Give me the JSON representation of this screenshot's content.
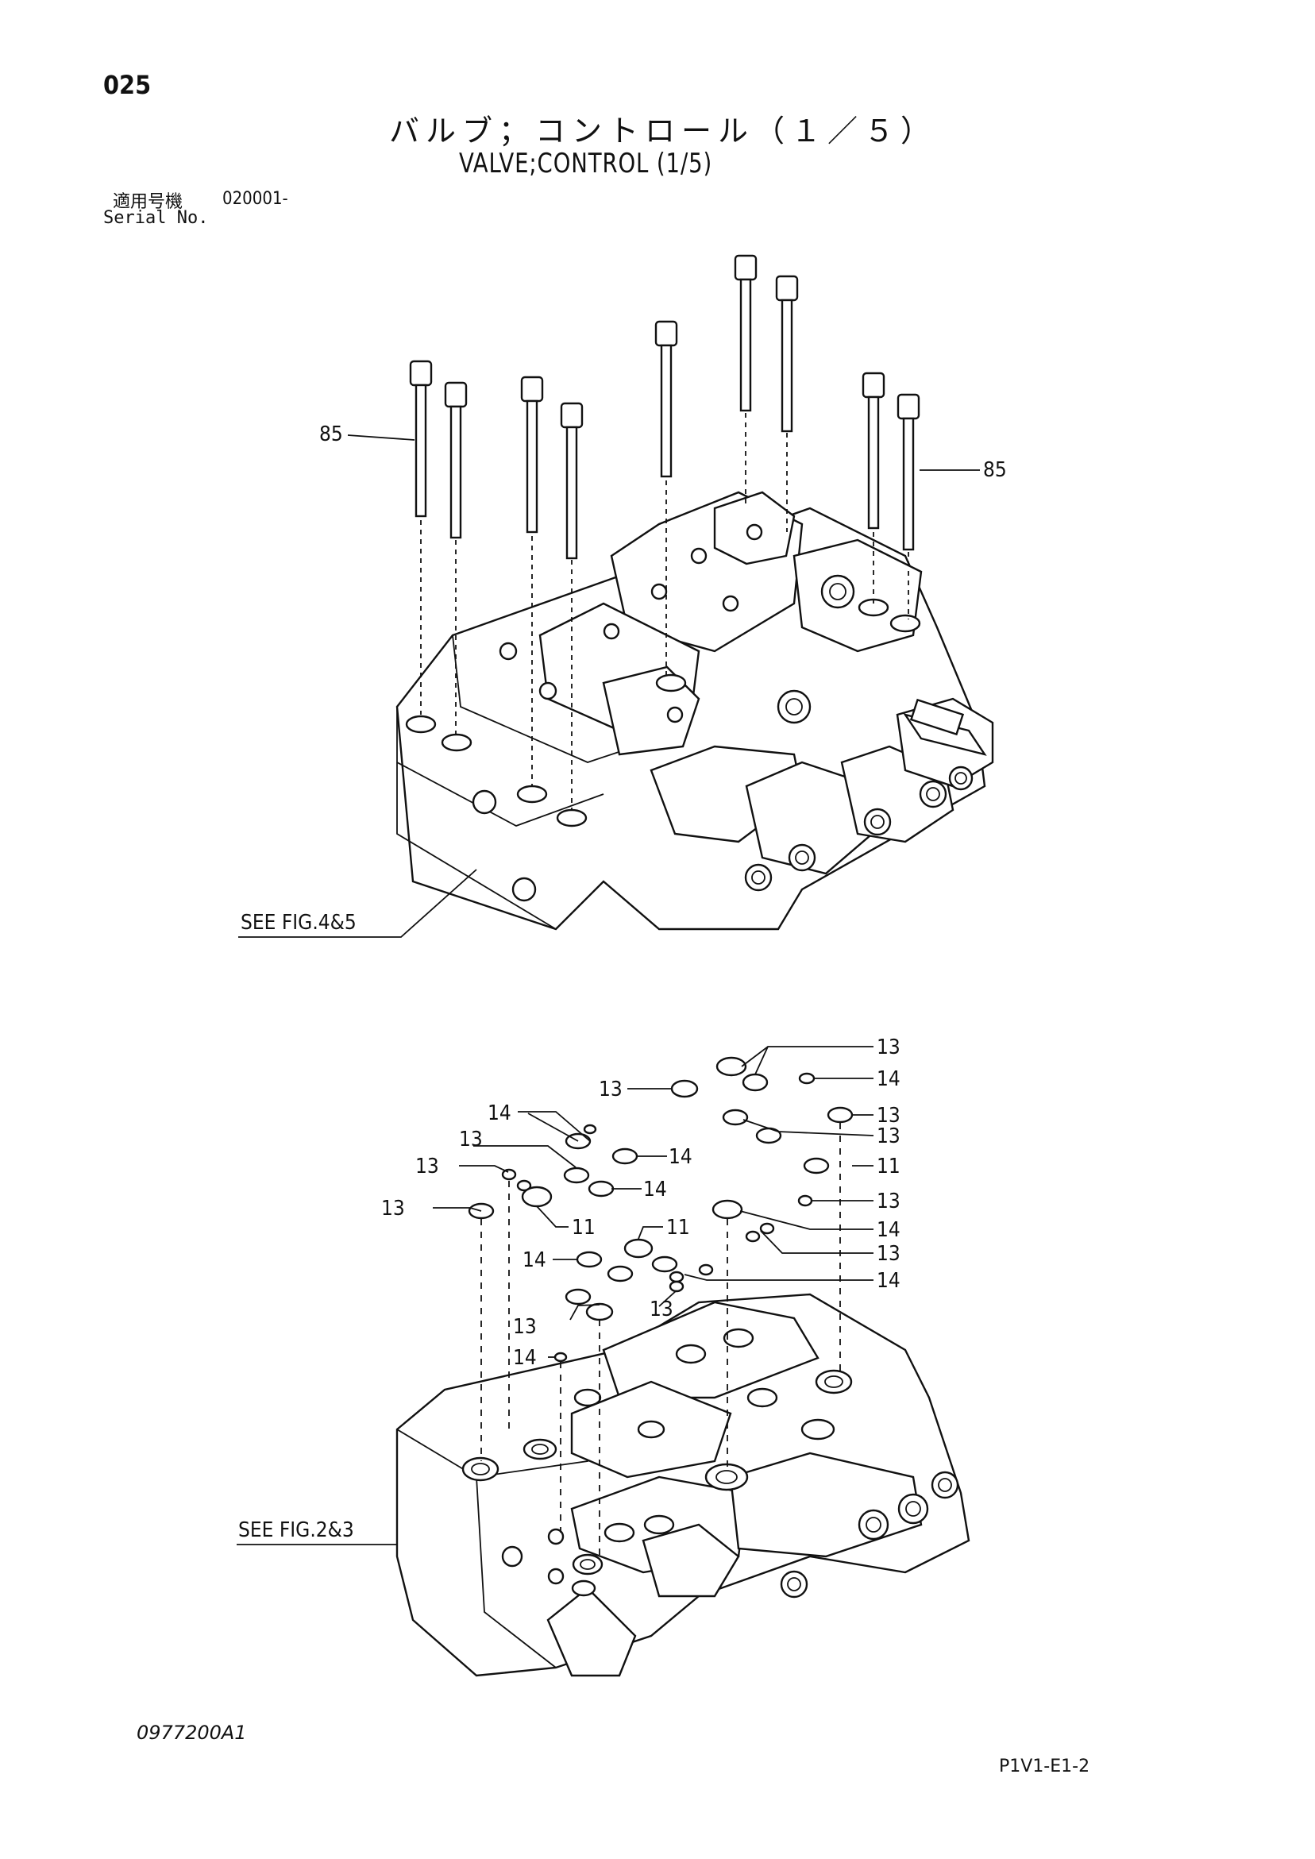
{
  "page_number": "025",
  "title_jp": "バルブ；コントロール（１／５）",
  "title_en": "VALVE;CONTROL (1/5)",
  "serial": {
    "label_jp": "適用号機",
    "value": "020001-",
    "label_en": "Serial No."
  },
  "upper_view": {
    "bolt_label_left": "85",
    "bolt_label_right": "85",
    "see_ref": "SEE FIG.4&5"
  },
  "lower_view": {
    "see_ref": "SEE FIG.2&3",
    "callouts": [
      "13",
      "14",
      "13",
      "13",
      "14",
      "13",
      "13",
      "14",
      "11",
      "13",
      "14",
      "13",
      "13",
      "11",
      "11",
      "14",
      "13",
      "14",
      "14",
      "13",
      "13",
      "14"
    ]
  },
  "doc_number": "0977200A1",
  "figure_code": "P1V1-E1-2"
}
